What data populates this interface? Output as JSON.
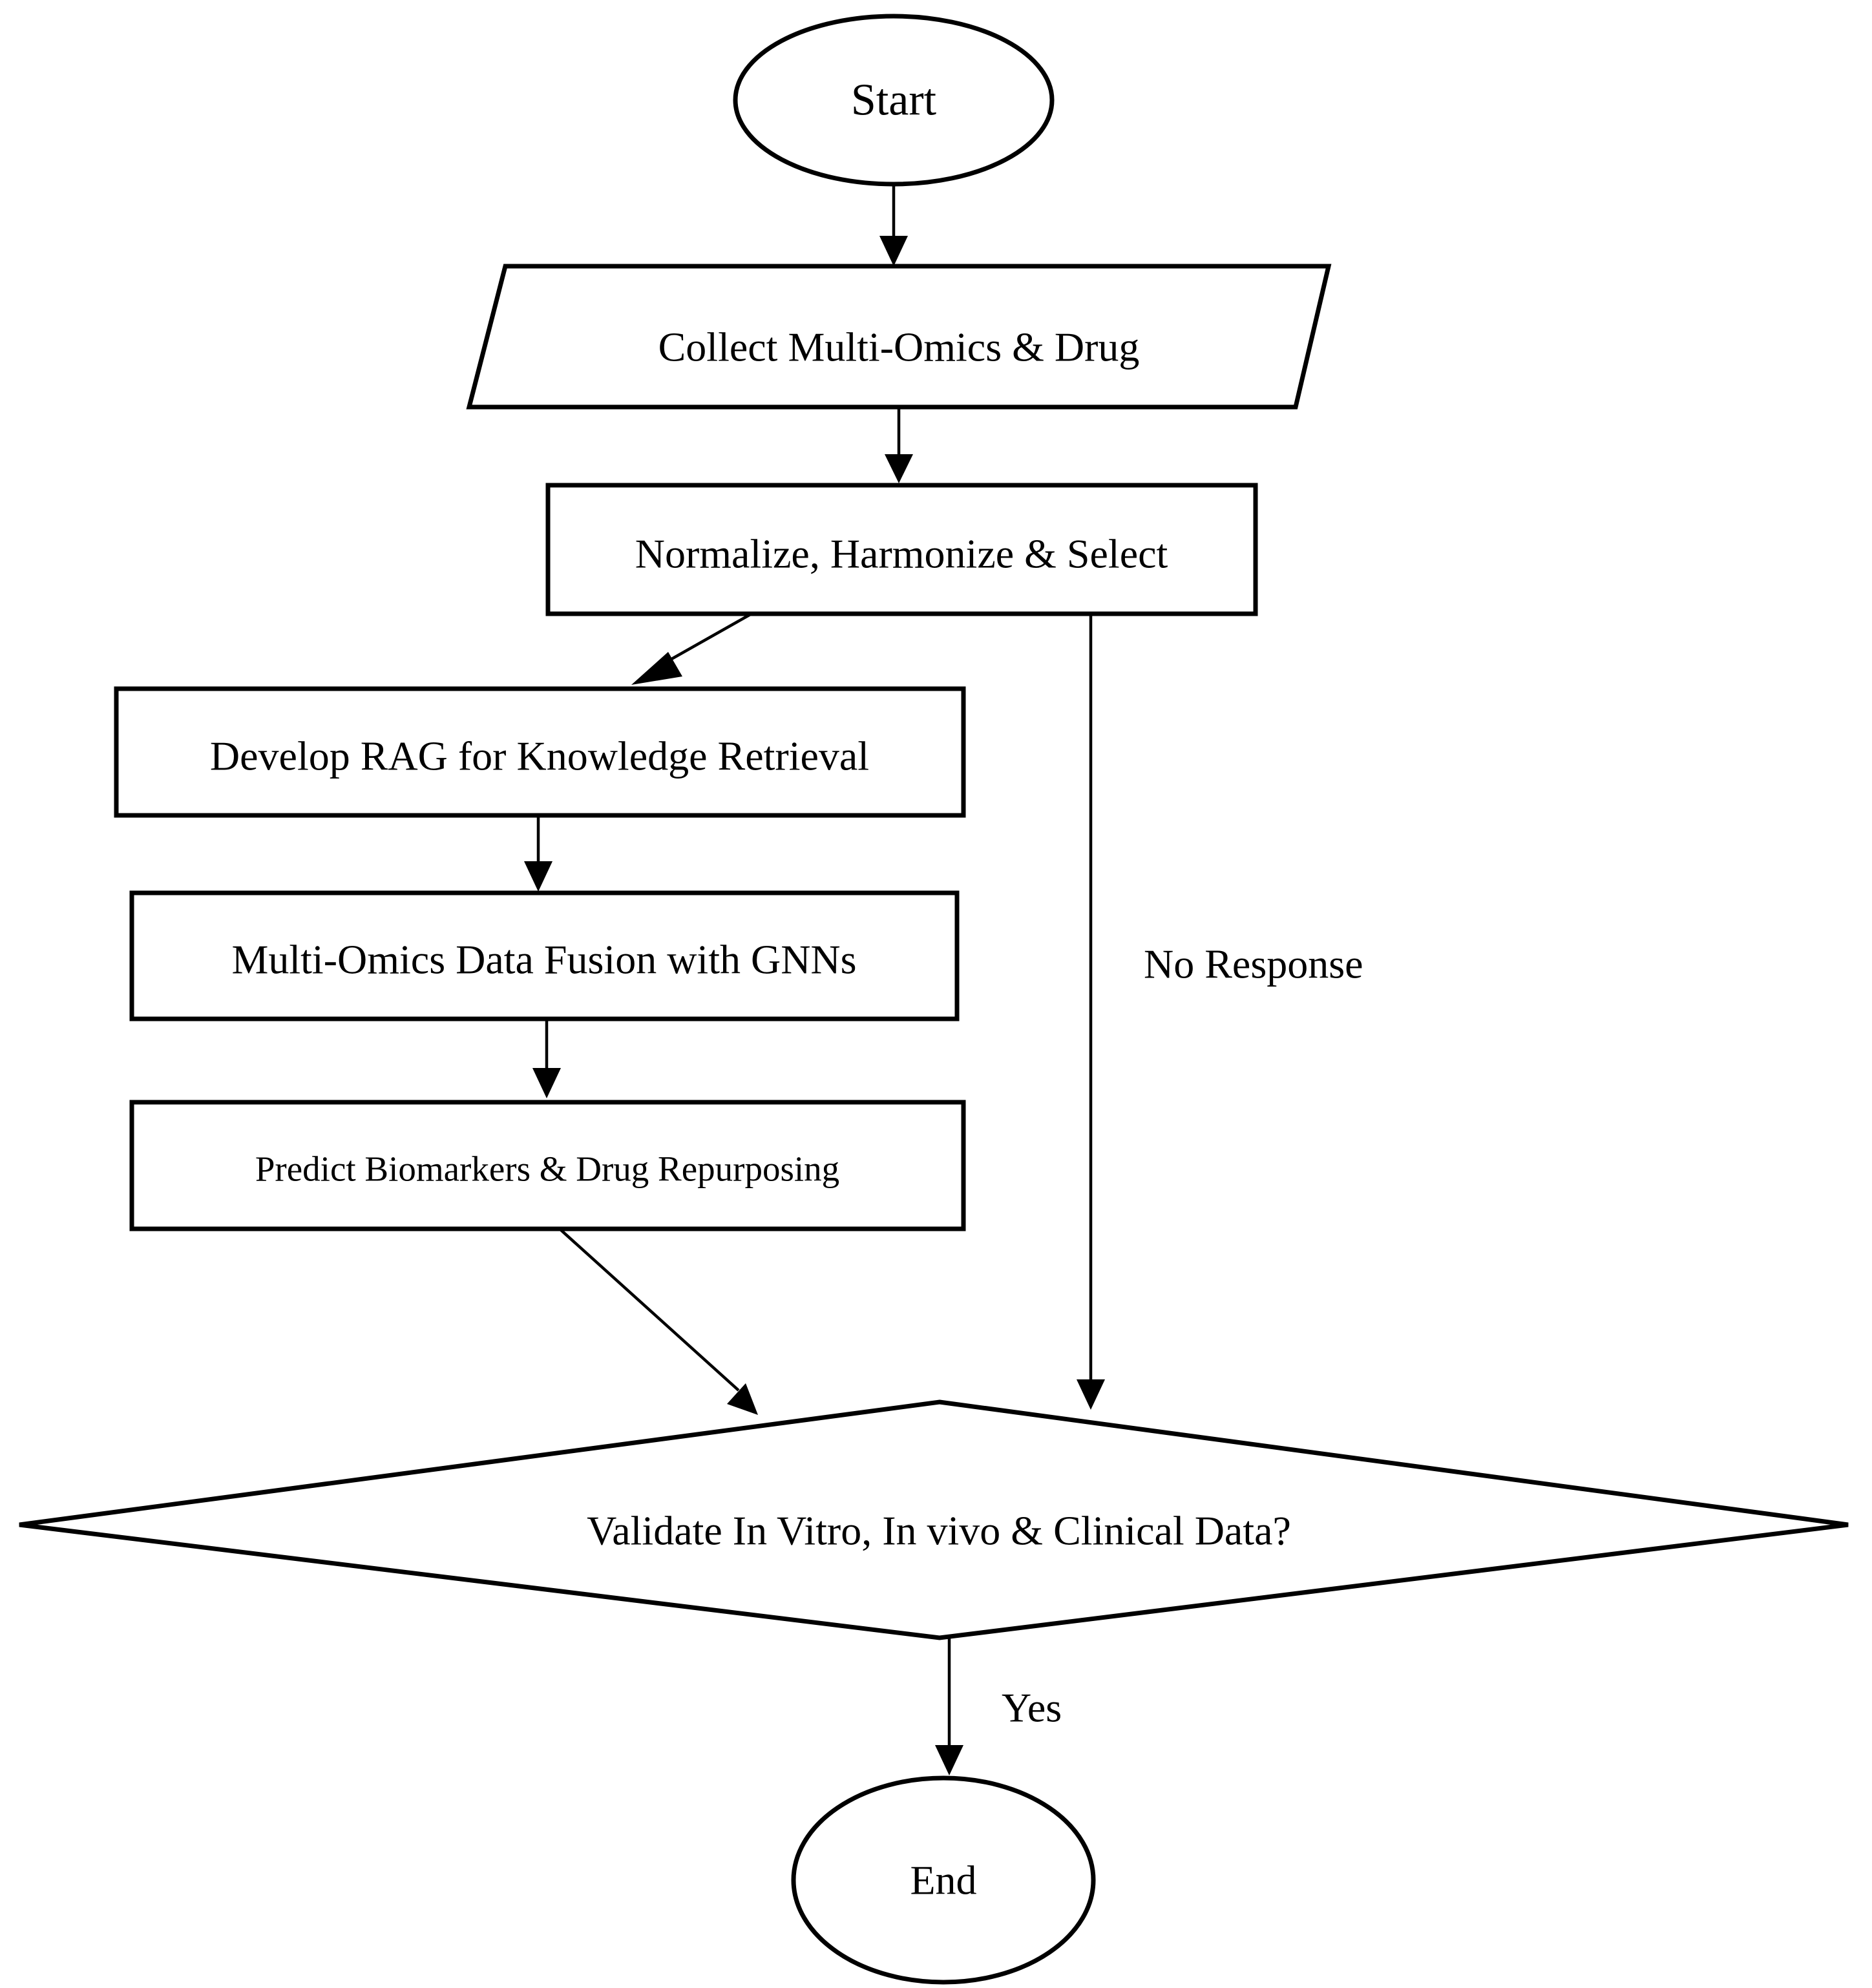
{
  "nodes": {
    "start": "Start",
    "collect": "Collect Multi-Omics & Drug",
    "normalize": "Normalize, Harmonize & Select",
    "rag": "Develop RAG for Knowledge Retrieval",
    "fusion": "Multi-Omics Data Fusion with GNNs",
    "predict": "Predict Biomarkers & Drug Repurposing",
    "validate": "Validate In Vitro, In vivo & Clinical Data?",
    "end": "End"
  },
  "edge_labels": {
    "no_response": "No Response",
    "yes": "Yes"
  }
}
